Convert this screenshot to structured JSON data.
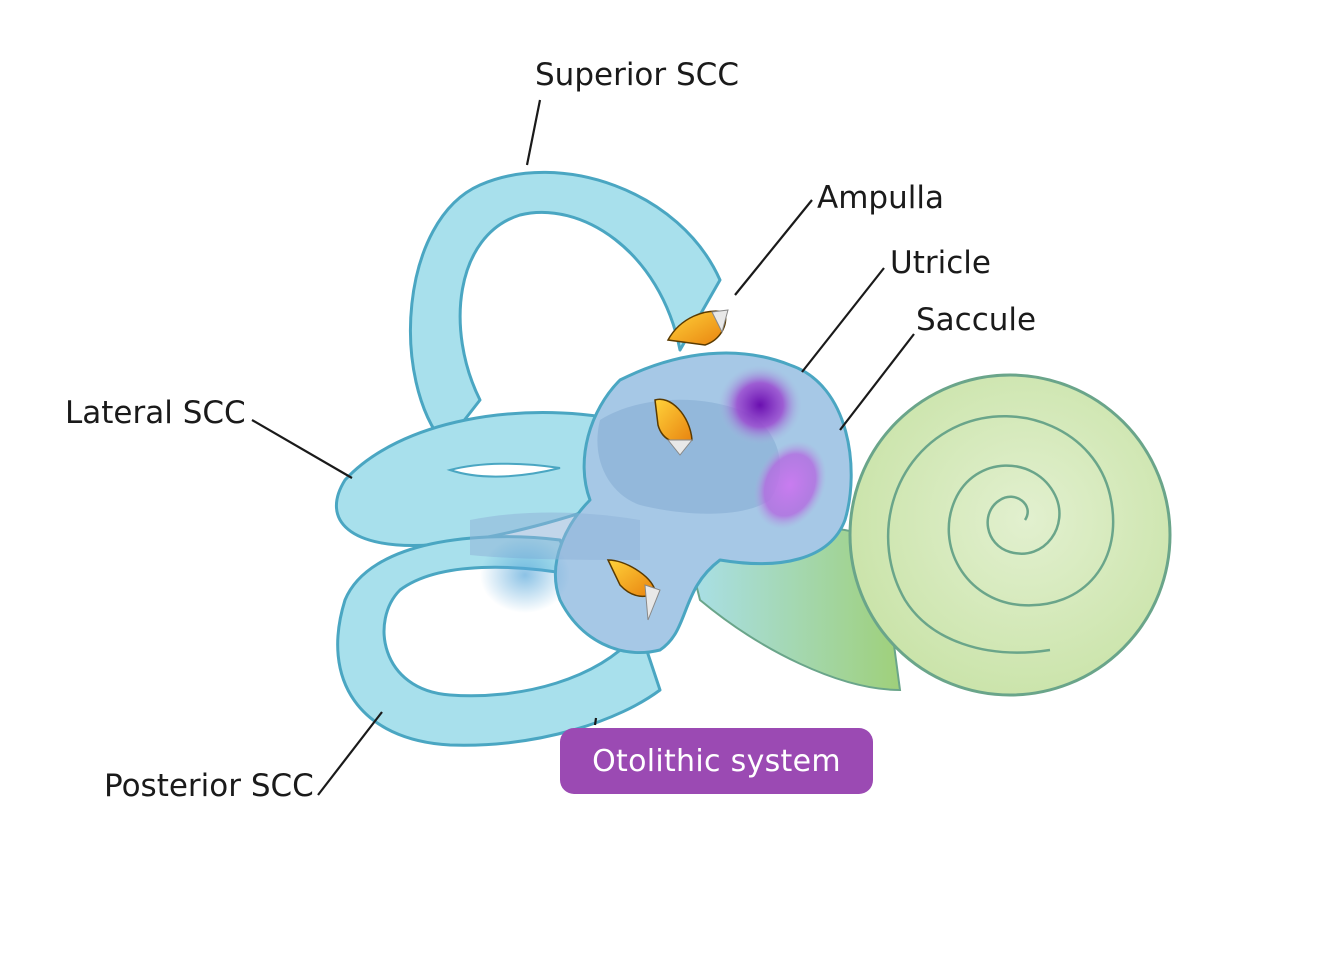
{
  "labels": {
    "superior_scc": "Superior SCC",
    "ampulla": "Ampulla",
    "utricle": "Utricle",
    "saccule": "Saccule",
    "lateral_scc": "Lateral SCC",
    "posterior_scc": "Posterior SCC"
  },
  "badge": {
    "text": "Otolithic system",
    "color": "#9b4ab3"
  },
  "colors": {
    "canal_fill": "#a8e0ec",
    "canal_stroke": "#4aa6c2",
    "vestibule_fill": "#8fb4d8",
    "cochlea_fill": "#d3e9b8",
    "cochlea_stroke": "#6aa58a",
    "utricle": "#7a1fb8",
    "saccule": "#c476e8",
    "crista": "#f2a21a",
    "leader_line": "#1a1a1a"
  }
}
